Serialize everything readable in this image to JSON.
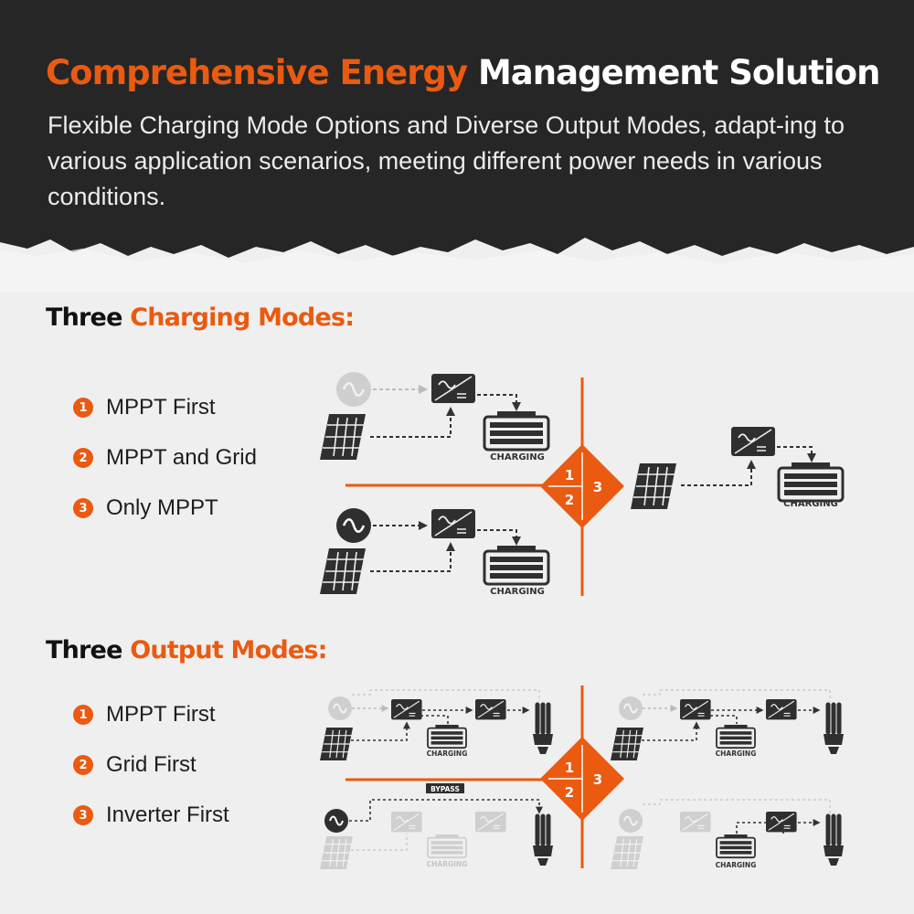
{
  "header": {
    "title_accent": "Comprehensive Energy",
    "title_rest": "Management Solution",
    "subtitle": "Flexible Charging Mode Options and Diverse Output Modes, adapt-ing to various application scenarios, meeting different power needs in various conditions."
  },
  "charging": {
    "heading_prefix": "Three",
    "heading_accent": "Charging Modes:",
    "modes": [
      {
        "number": "1",
        "label": "MPPT First"
      },
      {
        "number": "2",
        "label": "MPPT and Grid"
      },
      {
        "number": "3",
        "label": "Only MPPT"
      }
    ],
    "charging_label": "CHARGING",
    "diamond": [
      "1",
      "2",
      "3"
    ]
  },
  "output": {
    "heading_prefix": "Three",
    "heading_accent": "Output Modes:",
    "modes": [
      {
        "number": "1",
        "label": "MPPT First"
      },
      {
        "number": "2",
        "label": "Grid First"
      },
      {
        "number": "3",
        "label": "Inverter First"
      }
    ],
    "charging_label": "CHARGING",
    "bypass_label": "BYPASS",
    "diamond": [
      "1",
      "2",
      "3"
    ]
  },
  "colors": {
    "accent": "#ea5a10",
    "header_bg": "#262626",
    "page_bg": "#efefef",
    "icon_dark": "#2f2f2f",
    "icon_faded": "#c9c9c9"
  }
}
